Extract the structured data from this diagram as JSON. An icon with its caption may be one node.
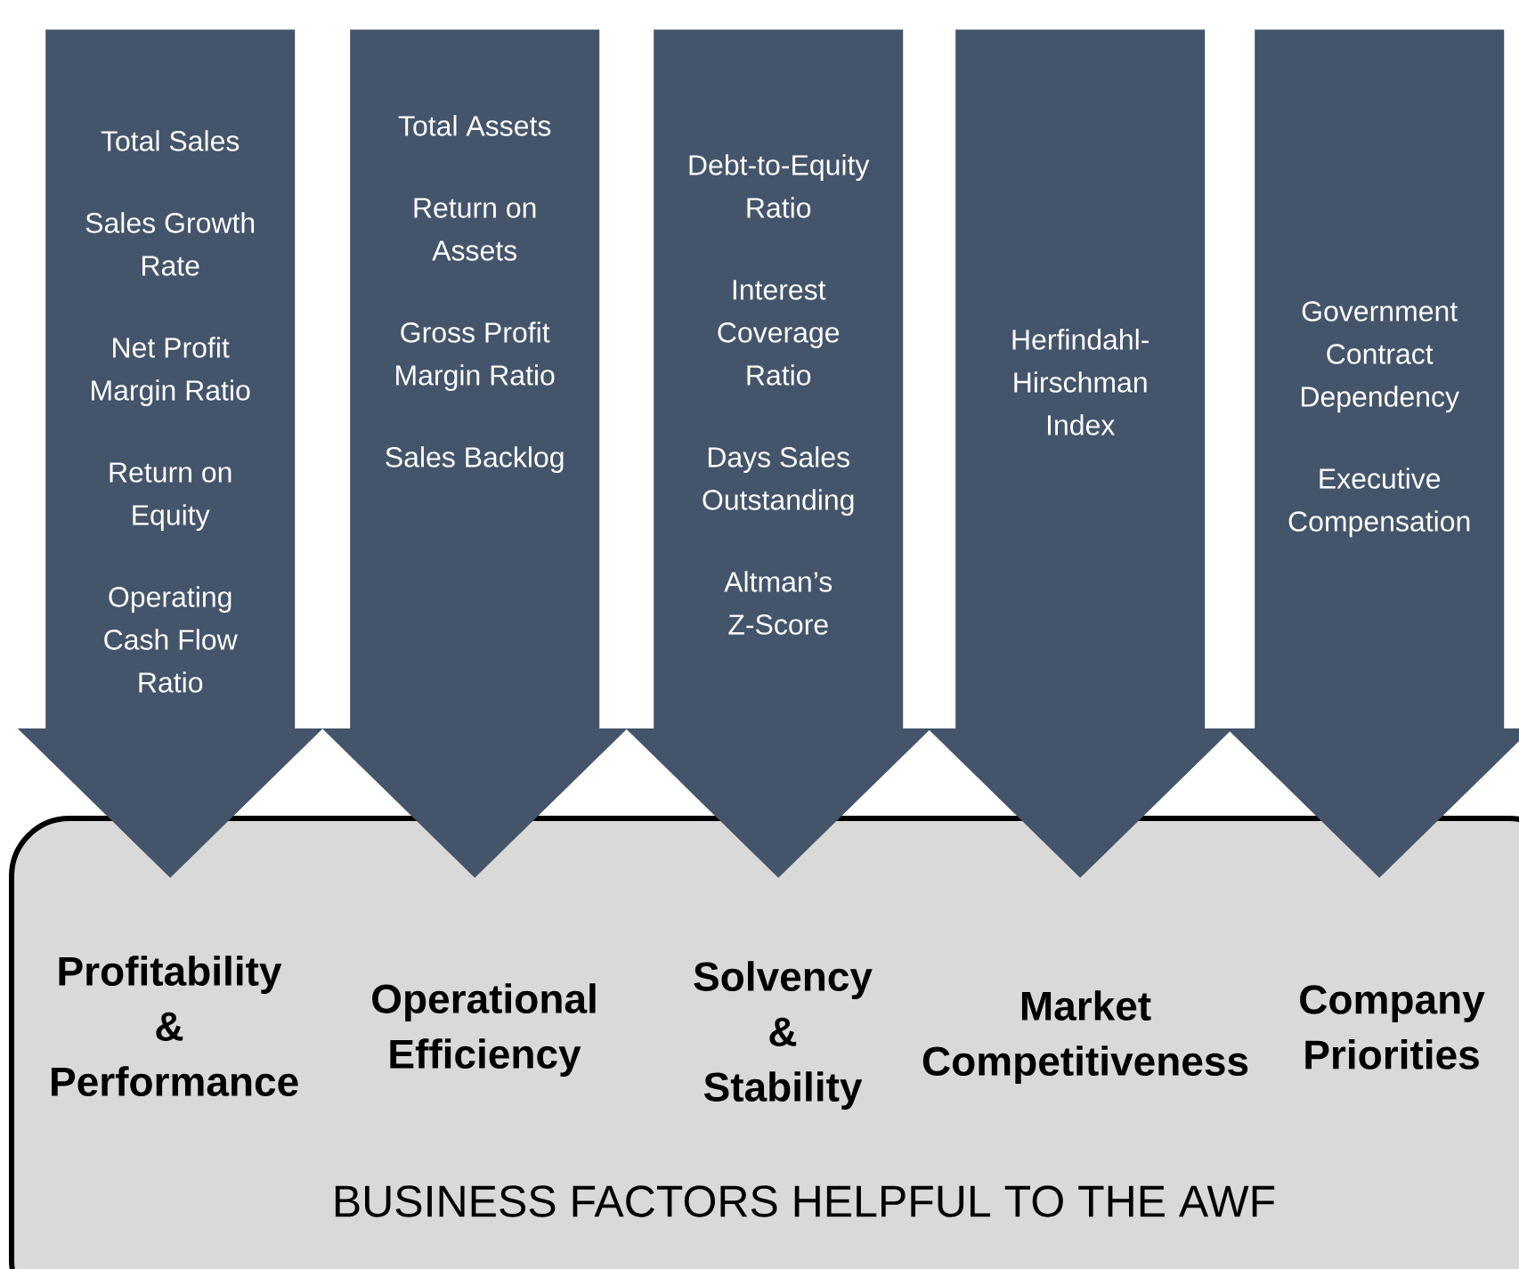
{
  "diagram": {
    "nodes": [
      {
        "text": [
          "BUSINESS FACTORS HELPFUL TO THE AWF"
        ]
      },
      {
        "text": [
          "Total Sales",
          "Sales Growth Rate",
          "Net Profit Margin Ratio",
          "Return on Equity",
          "Operating Cash Flow Ratio"
        ]
      },
      {
        "text": [
          "Total Assets",
          "Return on Assets",
          "Gross Profit Margin Ratio",
          "Sales Backlog"
        ]
      },
      {
        "text": [
          "Debt-to-Equity Ratio",
          "Interest Coverage Ratio",
          "Days Sales Outstanding",
          "Altman’s Z-Score"
        ]
      },
      {
        "text": [
          "Herfindahl-Hirschman Index"
        ]
      },
      {
        "text": [
          "Government Contract Dependency",
          "Executive Compensation"
        ]
      },
      {
        "text": [
          "Profitability & Performance"
        ],
        "in": 0
      },
      {
        "text": [
          "Operational Efficiency"
        ],
        "in": 0
      },
      {
        "text": [
          "Solvency & Stability"
        ],
        "in": 0
      },
      {
        "text": [
          "Market Competitiveness"
        ],
        "in": 0
      },
      {
        "text": [
          "Company Priorities"
        ],
        "in": 0
      }
    ],
    "edges": [
      {
        "from": 1,
        "to": 6,
        "arrow": "to"
      },
      {
        "from": 2,
        "to": 7,
        "arrow": "to"
      },
      {
        "from": 3,
        "to": 8,
        "arrow": "to"
      },
      {
        "from": 4,
        "to": 9,
        "arrow": "to"
      },
      {
        "from": 5,
        "to": 10,
        "arrow": "to"
      }
    ]
  }
}
